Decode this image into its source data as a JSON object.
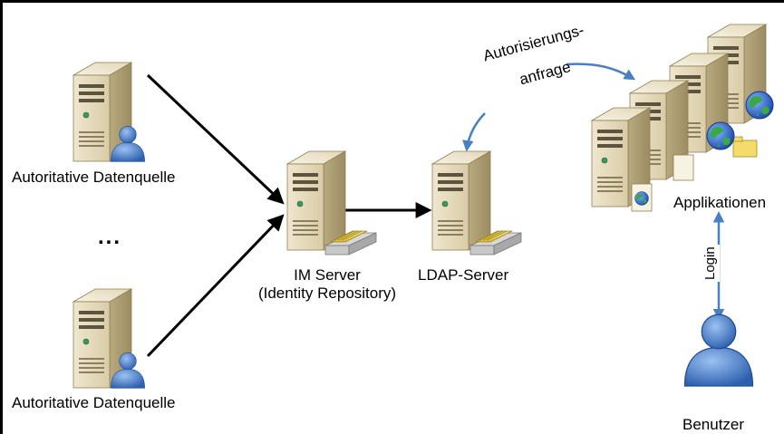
{
  "labels": {
    "source_top": "Autoritative Datenquelle",
    "source_bottom": "Autoritative Datenquelle",
    "ellipsis": "...",
    "im_server_line1": "IM Server",
    "im_server_line2": "(Identity Repository)",
    "ldap_server": "LDAP-Server",
    "auth_request_line1": "Autorisierungs-",
    "auth_request_line2": "anfrage",
    "applications": "Applikationen",
    "login": "Login",
    "user": "Benutzer"
  },
  "colors": {
    "arrow_black": "#000000",
    "arrow_blue": "#4a7fc1",
    "server_body": "#e6dcbf",
    "server_side": "#b9a97e",
    "user_blue": "#3f76c6"
  },
  "icons": {
    "server": "server-tower-icon",
    "user": "user-icon",
    "globe": "globe-icon",
    "folder": "folder-icon",
    "document": "document-icon",
    "tape": "tape-drive-icon"
  }
}
